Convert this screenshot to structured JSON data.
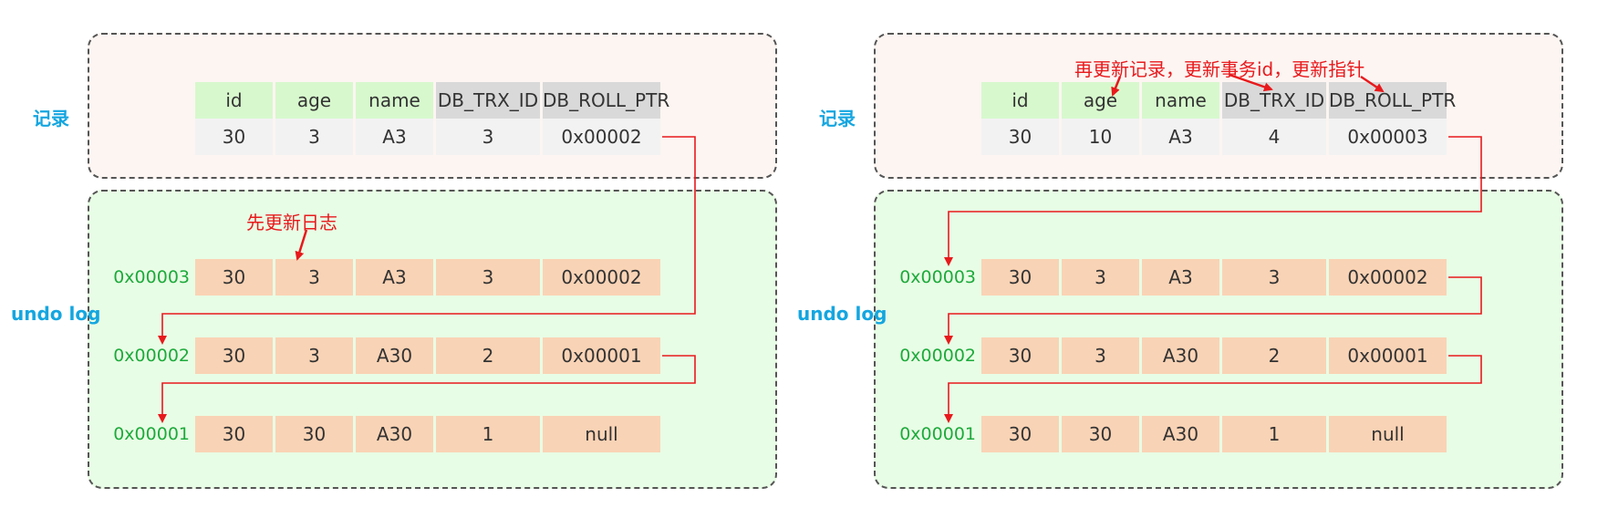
{
  "colors": {
    "record_bg": "#fcf5f2",
    "undo_bg": "#e8fde5",
    "header_green": "#d7f8cd",
    "header_gray": "#d9d9d9",
    "record_cell": "#f2f2f2",
    "log_cell": "#f9d3b5",
    "label_blue": "#14a6e0",
    "address_green": "#1daa3c",
    "arrow_red": "#e8191c"
  },
  "left": {
    "record_label": "记录",
    "undo_label": "undo log",
    "headers": [
      "id",
      "age",
      "name",
      "DB_TRX_ID",
      "DB_ROLL_PTR"
    ],
    "record": [
      "30",
      "3",
      "A3",
      "3",
      "0x00002"
    ],
    "logs": [
      {
        "address": "0x00003",
        "cells": [
          "30",
          "3",
          "A3",
          "3",
          "0x00002"
        ]
      },
      {
        "address": "0x00002",
        "cells": [
          "30",
          "3",
          "A30",
          "2",
          "0x00001"
        ]
      },
      {
        "address": "0x00001",
        "cells": [
          "30",
          "30",
          "A30",
          "1",
          "null"
        ]
      }
    ],
    "annotation": "先更新日志"
  },
  "right": {
    "record_label": "记录",
    "undo_label": "undo log",
    "headers": [
      "id",
      "age",
      "name",
      "DB_TRX_ID",
      "DB_ROLL_PTR"
    ],
    "record": [
      "30",
      "10",
      "A3",
      "4",
      "0x00003"
    ],
    "logs": [
      {
        "address": "0x00003",
        "cells": [
          "30",
          "3",
          "A3",
          "3",
          "0x00002"
        ]
      },
      {
        "address": "0x00002",
        "cells": [
          "30",
          "3",
          "A30",
          "2",
          "0x00001"
        ]
      },
      {
        "address": "0x00001",
        "cells": [
          "30",
          "30",
          "A30",
          "1",
          "null"
        ]
      }
    ],
    "annotation": "再更新记录，更新事务id，更新指针"
  }
}
